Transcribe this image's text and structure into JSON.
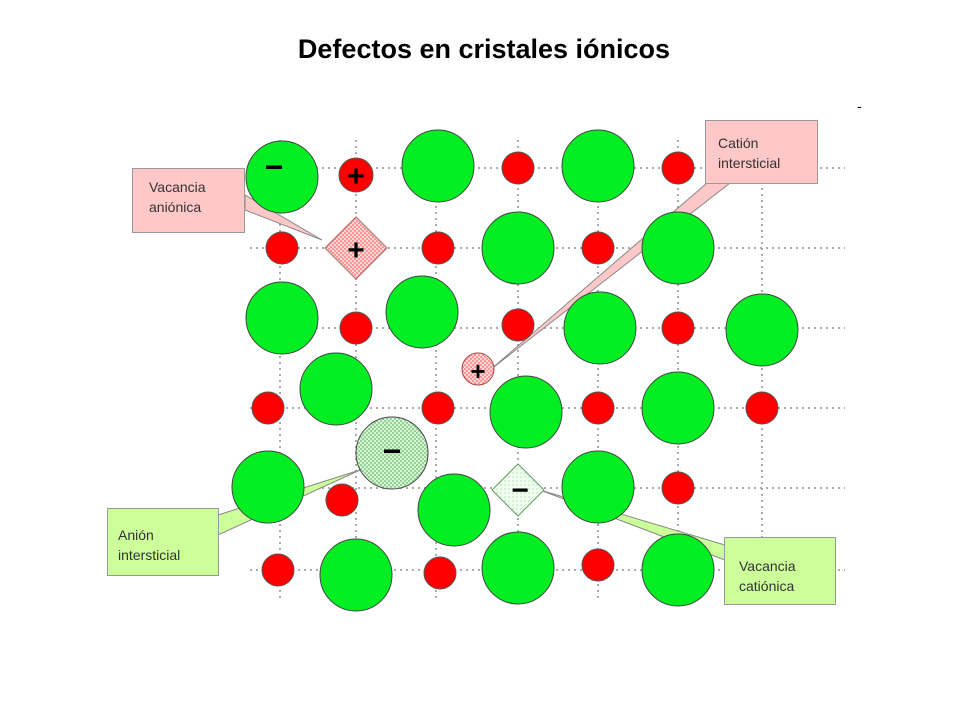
{
  "title": "Defectos en cristales iónicos",
  "stray_mark": "-",
  "colors": {
    "anion": "#00ff33",
    "cation": "#ff0000",
    "pink_callout": "#ffc8c8",
    "green_callout": "#ccff99",
    "dotted_line": "#b0b0b0"
  },
  "callouts": {
    "anion_vacancy": {
      "line1": "Vacancia",
      "line2": "aniónica"
    },
    "cation_interstitial": {
      "line1": "Catión",
      "line2": "intersticial"
    },
    "anion_interstitial": {
      "line1": "Anión",
      "line2": "intersticial"
    },
    "cation_vacancy": {
      "line1": "Vacancia",
      "line2": "catiónica"
    }
  },
  "symbols": {
    "minus": "−",
    "plus": "+"
  }
}
